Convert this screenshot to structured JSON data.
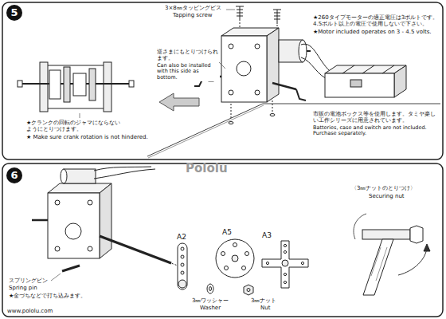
{
  "diagram": {
    "labels": [
      "5",
      "6",
      "3×8㎜タッピングビス",
      "Tapping screw",
      "逆さまにもとりつけられます。",
      "Can also be installed with this side as bottom.",
      "★260タイプモーターの適正電圧は3ボルトです。4.5ボルト以上の電圧で使用しないで下さい。",
      "★Motor included operates on 3 - 4.5 volts.",
      "★クランクの回転のジャマにならないようにとりつけます。",
      "★ Make sure crank rotation is not hindered.",
      "市販の電池ボックス等を使用します。タミヤ楽しい工作シリーズに用意されています。",
      "Batteries, case and switch are not included. Purchase separately.",
      "A2",
      "A5",
      "A3",
      "〈3㎜ナットのとりつけ〉",
      "Securing nut",
      "スプリングピン",
      "Spring pin",
      "★金づちなどで打ち込みます。",
      "3㎜ワッシャー",
      "Washer",
      "3㎜ナット",
      "Nut",
      "Pololu",
      "www.pololu.com"
    ]
  }
}
